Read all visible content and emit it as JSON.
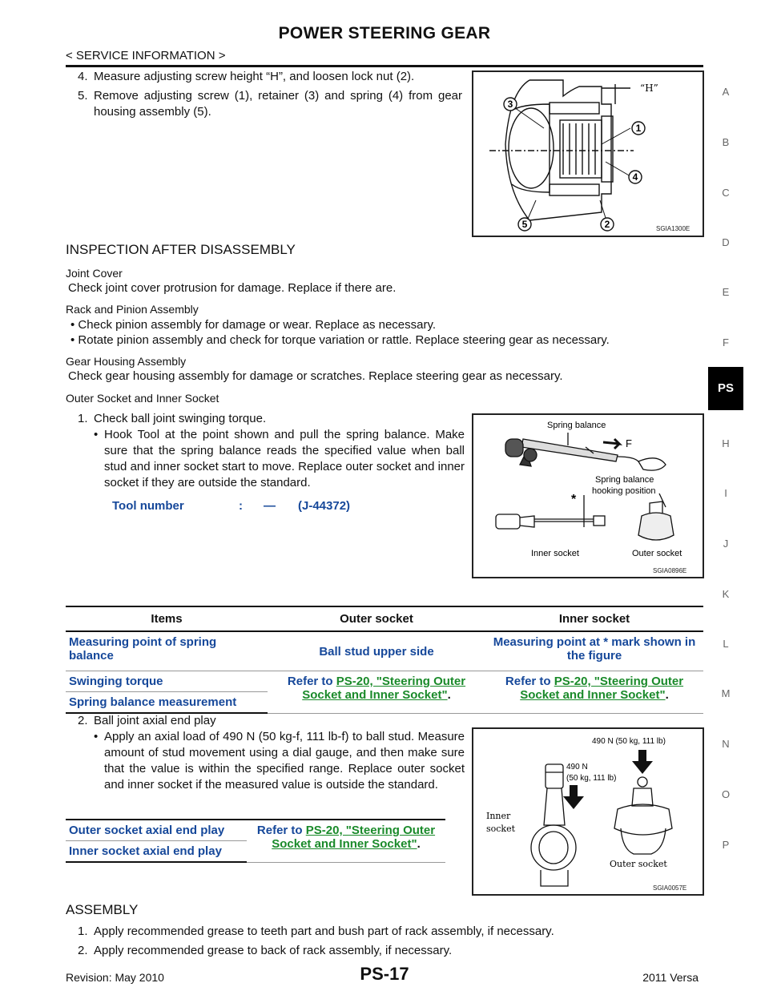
{
  "header": {
    "title": "POWER STEERING GEAR",
    "section": "< SERVICE INFORMATION >"
  },
  "steps_top": [
    {
      "num": "4.",
      "text": "Measure adjusting screw height “H”, and loosen lock nut (2)."
    },
    {
      "num": "5.",
      "text": "Remove adjusting screw (1), retainer (3) and spring (4) from gear housing assembly (5)."
    }
  ],
  "fig1": {
    "code": "SGIA1300E",
    "h_label": "“H”",
    "callouts": [
      "1",
      "2",
      "3",
      "4",
      "5"
    ]
  },
  "inspection": {
    "heading": "INSPECTION AFTER DISASSEMBLY",
    "joint_cover": {
      "title": "Joint Cover",
      "text": "Check joint cover protrusion for damage. Replace if there are."
    },
    "rack_pinion": {
      "title": "Rack and Pinion Assembly",
      "bullets": [
        "Check pinion assembly for damage or wear. Replace as necessary.",
        "Rotate pinion assembly and check for torque variation or rattle. Replace steering gear as necessary."
      ]
    },
    "gear_housing": {
      "title": "Gear Housing Assembly",
      "text": "Check gear housing assembly for damage or scratches. Replace steering gear as necessary."
    },
    "outer_inner": {
      "title": "Outer Socket and Inner Socket"
    }
  },
  "step1": {
    "num": "1.",
    "text": "Check ball joint swinging torque.",
    "bullet": "Hook Tool at the point shown and pull the spring balance. Make sure that the spring balance reads the specified value when ball stud and inner socket start to move. Replace outer socket and inner socket if they are outside the standard.",
    "tool_label": "Tool number",
    "tool_colon": ":",
    "tool_dash": "—",
    "tool_value": "(J-44372)"
  },
  "fig2": {
    "code": "SGIA0896E",
    "spring_balance": "Spring balance",
    "force": "F",
    "hooking_1": "Spring balance",
    "hooking_2": "hooking position",
    "asterisk": "*",
    "inner": "Inner socket",
    "outer": "Outer socket"
  },
  "table1": {
    "headers": [
      "Items",
      "Outer socket",
      "Inner socket"
    ],
    "row1": {
      "item": "Measuring point of spring balance",
      "outer": "Ball stud upper side",
      "inner": "Measuring point at * mark shown in the figure"
    },
    "row2": {
      "item": "Swinging torque"
    },
    "row3": {
      "item": "Spring balance measurement"
    },
    "refer_prefix": "Refer to ",
    "refer_link": "PS-20, \"Steering Outer Socket and Inner Socket\"",
    "refer_suffix": "."
  },
  "step2": {
    "num": "2.",
    "text": "Ball joint axial end play",
    "bullet": "Apply an axial load of 490 N (50 kg-f, 111 lb-f) to ball stud. Measure amount of stud movement using a dial gauge, and then make sure that the value is within the specified range. Replace outer socket and inner socket if the measured value is outside the standard."
  },
  "table2": {
    "row1": "Outer socket axial end play",
    "row2": "Inner socket axial end play",
    "refer_prefix": "Refer to ",
    "refer_link": "PS-20, \"Steering Outer Socket and Inner Socket\"",
    "refer_suffix": "."
  },
  "fig3": {
    "code": "SGIA0057E",
    "load_top": "490 N (50 kg, 111 lb)",
    "load_left_1": "490 N",
    "load_left_2": "(50 kg, 111 lb)",
    "inner_1": "Inner",
    "inner_2": "socket",
    "outer": "Outer socket"
  },
  "assembly": {
    "heading": "ASSEMBLY",
    "steps": [
      {
        "num": "1.",
        "text": "Apply recommended grease to teeth part and bush part of rack assembly, if necessary."
      },
      {
        "num": "2.",
        "text": "Apply recommended grease to back of rack assembly, if necessary."
      }
    ]
  },
  "side_tabs": [
    "A",
    "B",
    "C",
    "D",
    "E",
    "F",
    "PS",
    "H",
    "I",
    "J",
    "K",
    "L",
    "M",
    "N",
    "O",
    "P"
  ],
  "footer": {
    "revision": "Revision: May 2010",
    "page": "PS-17",
    "model": "2011 Versa"
  }
}
